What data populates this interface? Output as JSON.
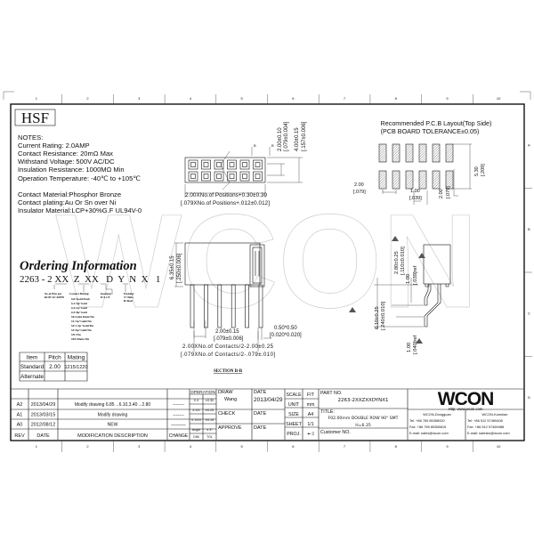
{
  "brand_mark": "HSF",
  "notes": {
    "heading": "NOTES:",
    "lines": [
      "Current Rating: 2.0AMP",
      "Contact Resistance: 20mΩ Max",
      "Withstand Voltage: 500V AC/DC",
      "Insulation Resistance: 1000MΩ Min",
      "Operation Temperature: -40℃ to +105℃"
    ],
    "materials": [
      "Contact Material:Phosphor Bronze",
      "Contact plating:Au Or Sn over Ni",
      "Insulator Material:LCP+30%G.F UL94V-0"
    ]
  },
  "ordering": {
    "title": "Ordering Information",
    "code": "2263 - 2 XX  Z  XX   D  Y  N  X   1",
    "pins_note": [
      "No.of Pins per",
      "ROW 02~40PIN"
    ],
    "plating_note": [
      "Contact Plating:",
      "G0=Gold Flash",
      "G1=3μ\"Gold",
      "G4=1μ\"Gold",
      "G3=8μ\"Gold",
      "S0=Gold Flash/Tin",
      "S1=3μ\"Gold/Tin",
      "S4=1.5μ\"Gold/Tin",
      "S3=8μ\"Gold/Tin",
      "SN=Tin",
      "SM=Matte Tin"
    ],
    "insulator_note": [
      "Insulator:",
      "D=LCP"
    ],
    "packing_note": [
      "Packing:",
      "T=Tube",
      "B=Reel"
    ]
  },
  "spec_table": {
    "headers": [
      "Item",
      "Pitch",
      "Mating"
    ],
    "rows": [
      [
        "Standard",
        "2.00",
        "1215/1220"
      ],
      [
        "Alternate",
        "",
        ""
      ]
    ]
  },
  "top_view": {
    "dim_width": "2.00XNo.of  Positions+0.30±0.30",
    "dim_width_in": "[.079XNo.of  Positions+.012±0.012]",
    "dim_pitch": "2.00±0.10",
    "dim_pitch_in": "[.079±0.004]",
    "dim_depth": "4.00±0.15",
    "dim_depth_in": "[.157±0.006]",
    "section_mark": "B"
  },
  "pcb_layout": {
    "title": "Recommended P.C.B Layout(Top Side)",
    "subtitle": "(PCB BOARD TOLERANCE±0.05)",
    "dim_pitch": "2.00",
    "dim_pitch_in": "[.079]",
    "dim_pad": "1.00",
    "dim_pad_in": "[.039]",
    "dim_row": "5.30",
    "dim_row_in": "[.209]",
    "dim_pad_len": "2.00",
    "dim_pad_len_in": "[.079]"
  },
  "section_view": {
    "dim_height": "6.35±0.15",
    "dim_height_in": "[.250±0.006]",
    "dim_pitch": "2.00±0.15",
    "dim_pitch_in": "[.079±0.006]",
    "dim_span": "2.00XNo.of  Contacts/2-2.00±0.25",
    "dim_span_in": "[.079XNo.of  Contacts/2-.079±.010]",
    "dim_pin": "0.50*0.50",
    "dim_pin_in": "[0.020*0.020]",
    "label": "SECTION B-B"
  },
  "side_view": {
    "dim_a": "2.80±0.25",
    "dim_a_in": "[.110±0.010]",
    "dim_b": "1.00",
    "dim_b_in": "[.039]ref",
    "dim_c": "6.10±0.25",
    "dim_c_in": "[.240±0.010]",
    "dim_d": "1.00",
    "dim_d_in": "[.040]ref",
    "rev_mark": "A2"
  },
  "revisions": [
    {
      "rev": "A2",
      "date": "2013/04/29",
      "desc": "Modify drawing 6.85→6.10,3.40→2.80",
      "change": "-------"
    },
    {
      "rev": "A1",
      "date": "2013/03/15",
      "desc": "Modify drawing",
      "change": "-------"
    },
    {
      "rev": "A0",
      "date": "2012/08/12",
      "desc": "NEW",
      "change": "———"
    }
  ],
  "revision_headers": {
    "rev": "REV",
    "date": "DATE",
    "desc": "MODIFICATION  DESCRIPTION",
    "change": "CHANGE"
  },
  "tolerances": {
    "header": "OPERATION",
    "rows": [
      [
        "X.X",
        "±0.30"
      ],
      [
        "X.XX",
        "±0.25"
      ],
      [
        "X.XXX",
        "±0.15"
      ],
      [
        "Angle",
        "± 3°"
      ]
    ],
    "footer": [
      "DIM",
      "TOL"
    ]
  },
  "approvals": {
    "draw_label": "DRAW",
    "draw_name": "Wang",
    "check_label": "CHECK",
    "approve_label": "APPROVE",
    "date_label": "DATE",
    "draw_date": "2013/04/29"
  },
  "sheet_info": [
    [
      "SCALE",
      "FIT"
    ],
    [
      "UNIT",
      "mm"
    ],
    [
      "SIZE",
      "A4"
    ],
    [
      "SHEET",
      "1/1"
    ],
    [
      "PROJ.",
      "⌖◁"
    ]
  ],
  "part": {
    "part_no_label": "PART NO.",
    "part_no": "2263-2XXZXXDYNX1",
    "title_label": "TITLE:",
    "title_line1": "F02.00mm DOUBLE ROW 90° SMT",
    "title_line2": "H=6.35",
    "customer_label": "Customer NO."
  },
  "company": {
    "logo": "WCON",
    "url": "Http: www.wcon.com",
    "offices": [
      {
        "name": "WCON-Dongguan",
        "tel": "Tel: +86 769 85358920",
        "fax": "Fax: +86 769 85358615",
        "email": "E-mail: sales@wcon.com"
      },
      {
        "name": "WCON-Kunshan",
        "tel": "Tel: +86 512 57469408",
        "fax": "Fax: +86 512 57469488",
        "email": "E-mail: salesks@wcon.com"
      }
    ]
  },
  "grid": {
    "columns": [
      "1",
      "2",
      "3",
      "4",
      "5",
      "6",
      "7",
      "8",
      "9",
      "10"
    ],
    "rows": [
      "A",
      "B",
      "C",
      "D"
    ]
  },
  "watermark": "WCON"
}
